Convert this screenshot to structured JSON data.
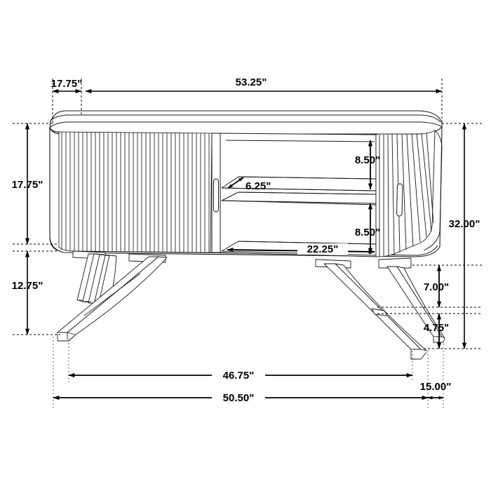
{
  "drawing": {
    "title": "Sideboard / Console Table Dimension Drawing",
    "units": "inches",
    "line_color": "#1a1a1a",
    "dimension_color": "#000000",
    "background": "#ffffff"
  },
  "dimensions": {
    "top_depth": "17.75\"",
    "top_width": "53.25\"",
    "cabinet_height": "17.75\"",
    "leg_height": "12.75\"",
    "overall_height": "32.00\"",
    "shelf_gap_upper": "8.50\"",
    "shelf_gap_lower": "8.50\"",
    "shelf_depth": "6.25\"",
    "opening_width": "22.25\"",
    "leg_upper_segment": "7.00\"",
    "leg_lower_segment": "4.75\"",
    "leg_span_inner": "46.75\"",
    "leg_span_outer": "50.50\"",
    "foot_offset": "15.00\""
  },
  "product": {
    "type": "sideboard",
    "door_style": "fluted-sliding-doors",
    "door_count": 2,
    "handle_count": 2,
    "shelf_count": 2,
    "leg_style": "crossed-x-legs",
    "leg_count": 4
  }
}
